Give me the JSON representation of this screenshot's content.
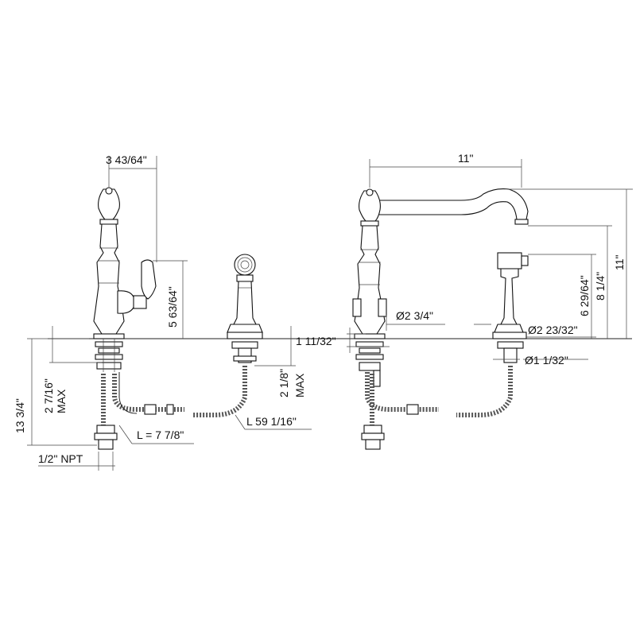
{
  "dims": {
    "front_handle_offset": "3 43/64\"",
    "front_handle_height": "5 63/64\"",
    "deck_thickness_max_label": "2 7/16\"",
    "max_word": "MAX",
    "overall_below_deck": "13 3/4\"",
    "hose_length": "L = 7 7/8\"",
    "connection": "1/2\" NPT",
    "spray_deck_max": "2 1/8\"",
    "spray_hose_length": "L 59 1/16\"",
    "spout_reach": "11\"",
    "overall_height": "11\"",
    "spout_height": "8 1/4\"",
    "spray_height": "6 29/64\"",
    "base_diameter": "Ø2 3/4\"",
    "spray_base_diameter": "Ø2 23/32\"",
    "spray_hole_diameter": "Ø1 1/32\"",
    "base_height": "1 11/32\""
  }
}
